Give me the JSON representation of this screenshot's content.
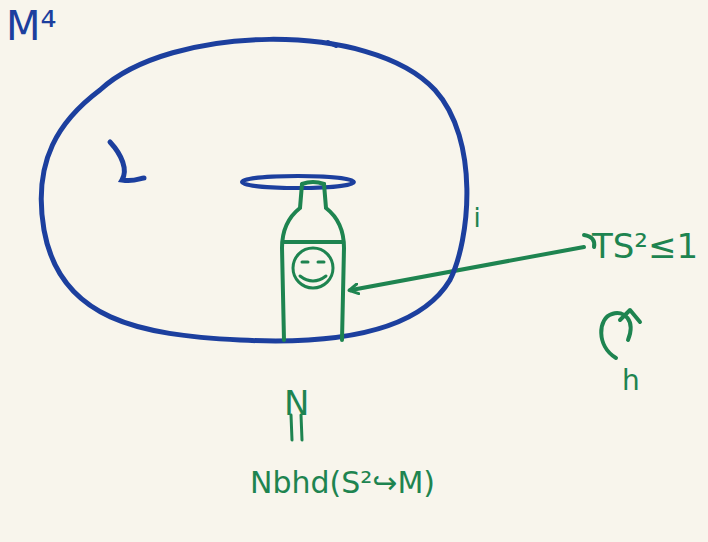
{
  "diagram": {
    "nodes": [
      {
        "text": [
          "M⁴"
        ]
      },
      {
        "text": [
          "N",
          "Nbhd(S²↪M)"
        ],
        "in": 0
      },
      {
        "text": [
          "TS²≤1"
        ]
      }
    ],
    "edges": [
      {
        "from": 2,
        "to": 1,
        "arrow": "to",
        "label": "i"
      }
    ],
    "labels": [
      "h"
    ]
  }
}
